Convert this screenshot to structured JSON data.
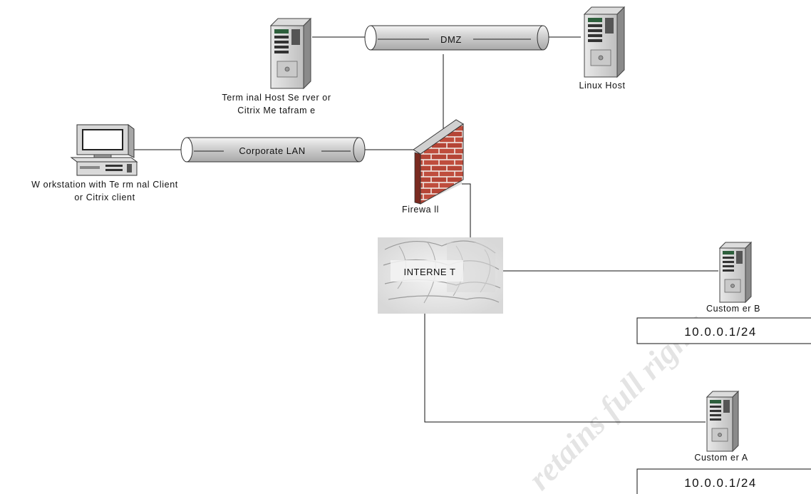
{
  "nodes": {
    "terminal_server": {
      "line1": "Term inal Host Se rver or",
      "line2": "Citrix Me tafram e"
    },
    "linux_host": {
      "label": "Linux Host"
    },
    "workstation": {
      "line1": "W orkstation with Te rm nal Client",
      "line2": "or Citrix client"
    },
    "firewall": {
      "label": "Firewa ll"
    },
    "internet": {
      "label": "INTERNE T"
    },
    "customer_b": {
      "label": "Custom er B",
      "subnet": "10.0.0.1/24"
    },
    "customer_a": {
      "label": "Custom er A",
      "subnet": "10.0.0.1/24"
    }
  },
  "networks": {
    "dmz": {
      "label": "DMZ"
    },
    "corporate_lan": {
      "label": "Corporate LAN"
    }
  },
  "watermark": {
    "text": "retains full rights."
  },
  "colors": {
    "brick": "#b84a3a",
    "mortar": "#f2f2f2",
    "pipe": "#c8c8c8",
    "cloud": "#e4e4e4"
  }
}
